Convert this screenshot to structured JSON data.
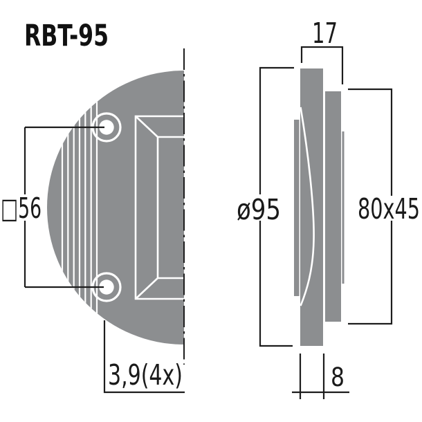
{
  "title": "RBT-95",
  "drawing": {
    "type": "technical-dimension-drawing",
    "views": {
      "front": "half-round faceplate front view",
      "side": "side profile view"
    }
  },
  "dimensions": {
    "mounting_square": "□56",
    "hole_diameter": "3,9(4x)",
    "depth": "17",
    "faceplate_diameter": "ø95",
    "opening": "80x45",
    "flange_thickness": "8"
  },
  "colors": {
    "part_gray": "#8c8e90",
    "line_black": "#1c1c1c",
    "background": "#ffffff"
  }
}
